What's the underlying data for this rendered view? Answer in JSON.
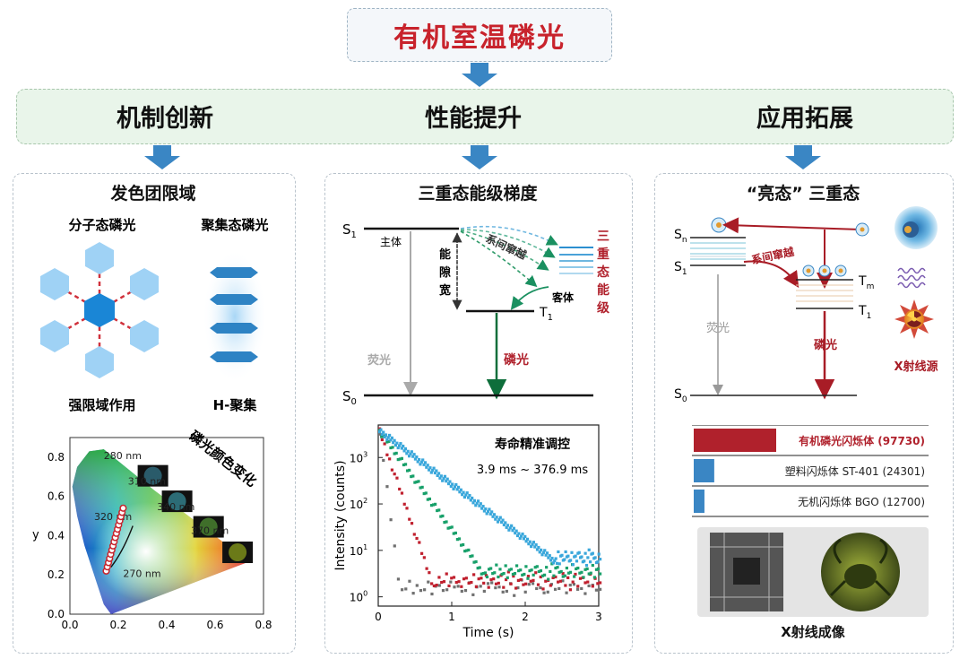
{
  "header": {
    "title": "有机室温磷光"
  },
  "sections": [
    "机制创新",
    "性能提升",
    "应用拓展"
  ],
  "left": {
    "title": "发色团限域",
    "molecular_label": "分子态磷光",
    "aggregate_label": "聚集态磷光",
    "confinement_label": "强限域作用",
    "h_aggregate_label": "H-聚集",
    "cie": {
      "annotation": "磷光颜色变化",
      "wavelengths": [
        "280 nm",
        "310 nm",
        "340 nm",
        "370 nm",
        "320 nm",
        "270 nm"
      ],
      "ylabel": "y",
      "x_ticks": [
        "0.0",
        "0.2",
        "0.4",
        "0.6",
        "0.8"
      ],
      "y_ticks": [
        "0.0",
        "0.2",
        "0.4",
        "0.6",
        "0.8"
      ]
    }
  },
  "middle": {
    "title": "三重态能级梯度",
    "s1": "S",
    "s1_sub": "1",
    "s0": "S",
    "s0_sub": "0",
    "t1": "T",
    "t1_sub": "1",
    "host": "主体",
    "guest": "客体",
    "gap": [
      "能",
      "隙",
      "宽"
    ],
    "isc": "系间窜越",
    "triplet_levels": [
      "三",
      "重",
      "态",
      "能",
      "级"
    ],
    "fluorescence": "荧光",
    "phosphorescence": "磷光",
    "decay": {
      "annotation": "寿命精准调控",
      "range": "3.9 ms ~ 376.9 ms",
      "xlabel": "Time (s)",
      "ylabel": "Intensity (counts)",
      "x_ticks": [
        "0",
        "1",
        "2",
        "3"
      ],
      "y_ticks": [
        "10",
        "10",
        "10",
        "10"
      ],
      "y_exp": [
        "0",
        "1",
        "2",
        "3"
      ]
    }
  },
  "right": {
    "title": "“亮态” 三重态",
    "sn": "S",
    "sn_sub": "n",
    "s1": "S",
    "s1_sub": "1",
    "tm": "T",
    "tm_sub": "m",
    "t1": "T",
    "t1_sub": "1",
    "s0": "S",
    "s0_sub": "0",
    "isc": "系间窜越",
    "fluorescence": "荧光",
    "phosphorescence": "磷光",
    "xray_source": "X射线源",
    "imaging_label": "X射线成像",
    "scintillators": [
      {
        "label": "有机磷光闪烁体  (97730)",
        "value": 97730,
        "color": "#b0212c"
      },
      {
        "label": "塑料闪烁体 ST-401  (24301)",
        "value": 24301,
        "color": "#3a86c4"
      },
      {
        "label": "无机闪烁体 BGO  (12700)",
        "value": 12700,
        "color": "#3a86c4"
      }
    ]
  },
  "colors": {
    "accent_red": "#c8232c",
    "arrow_blue": "#3a86c4",
    "green": "#0f8a5f"
  }
}
